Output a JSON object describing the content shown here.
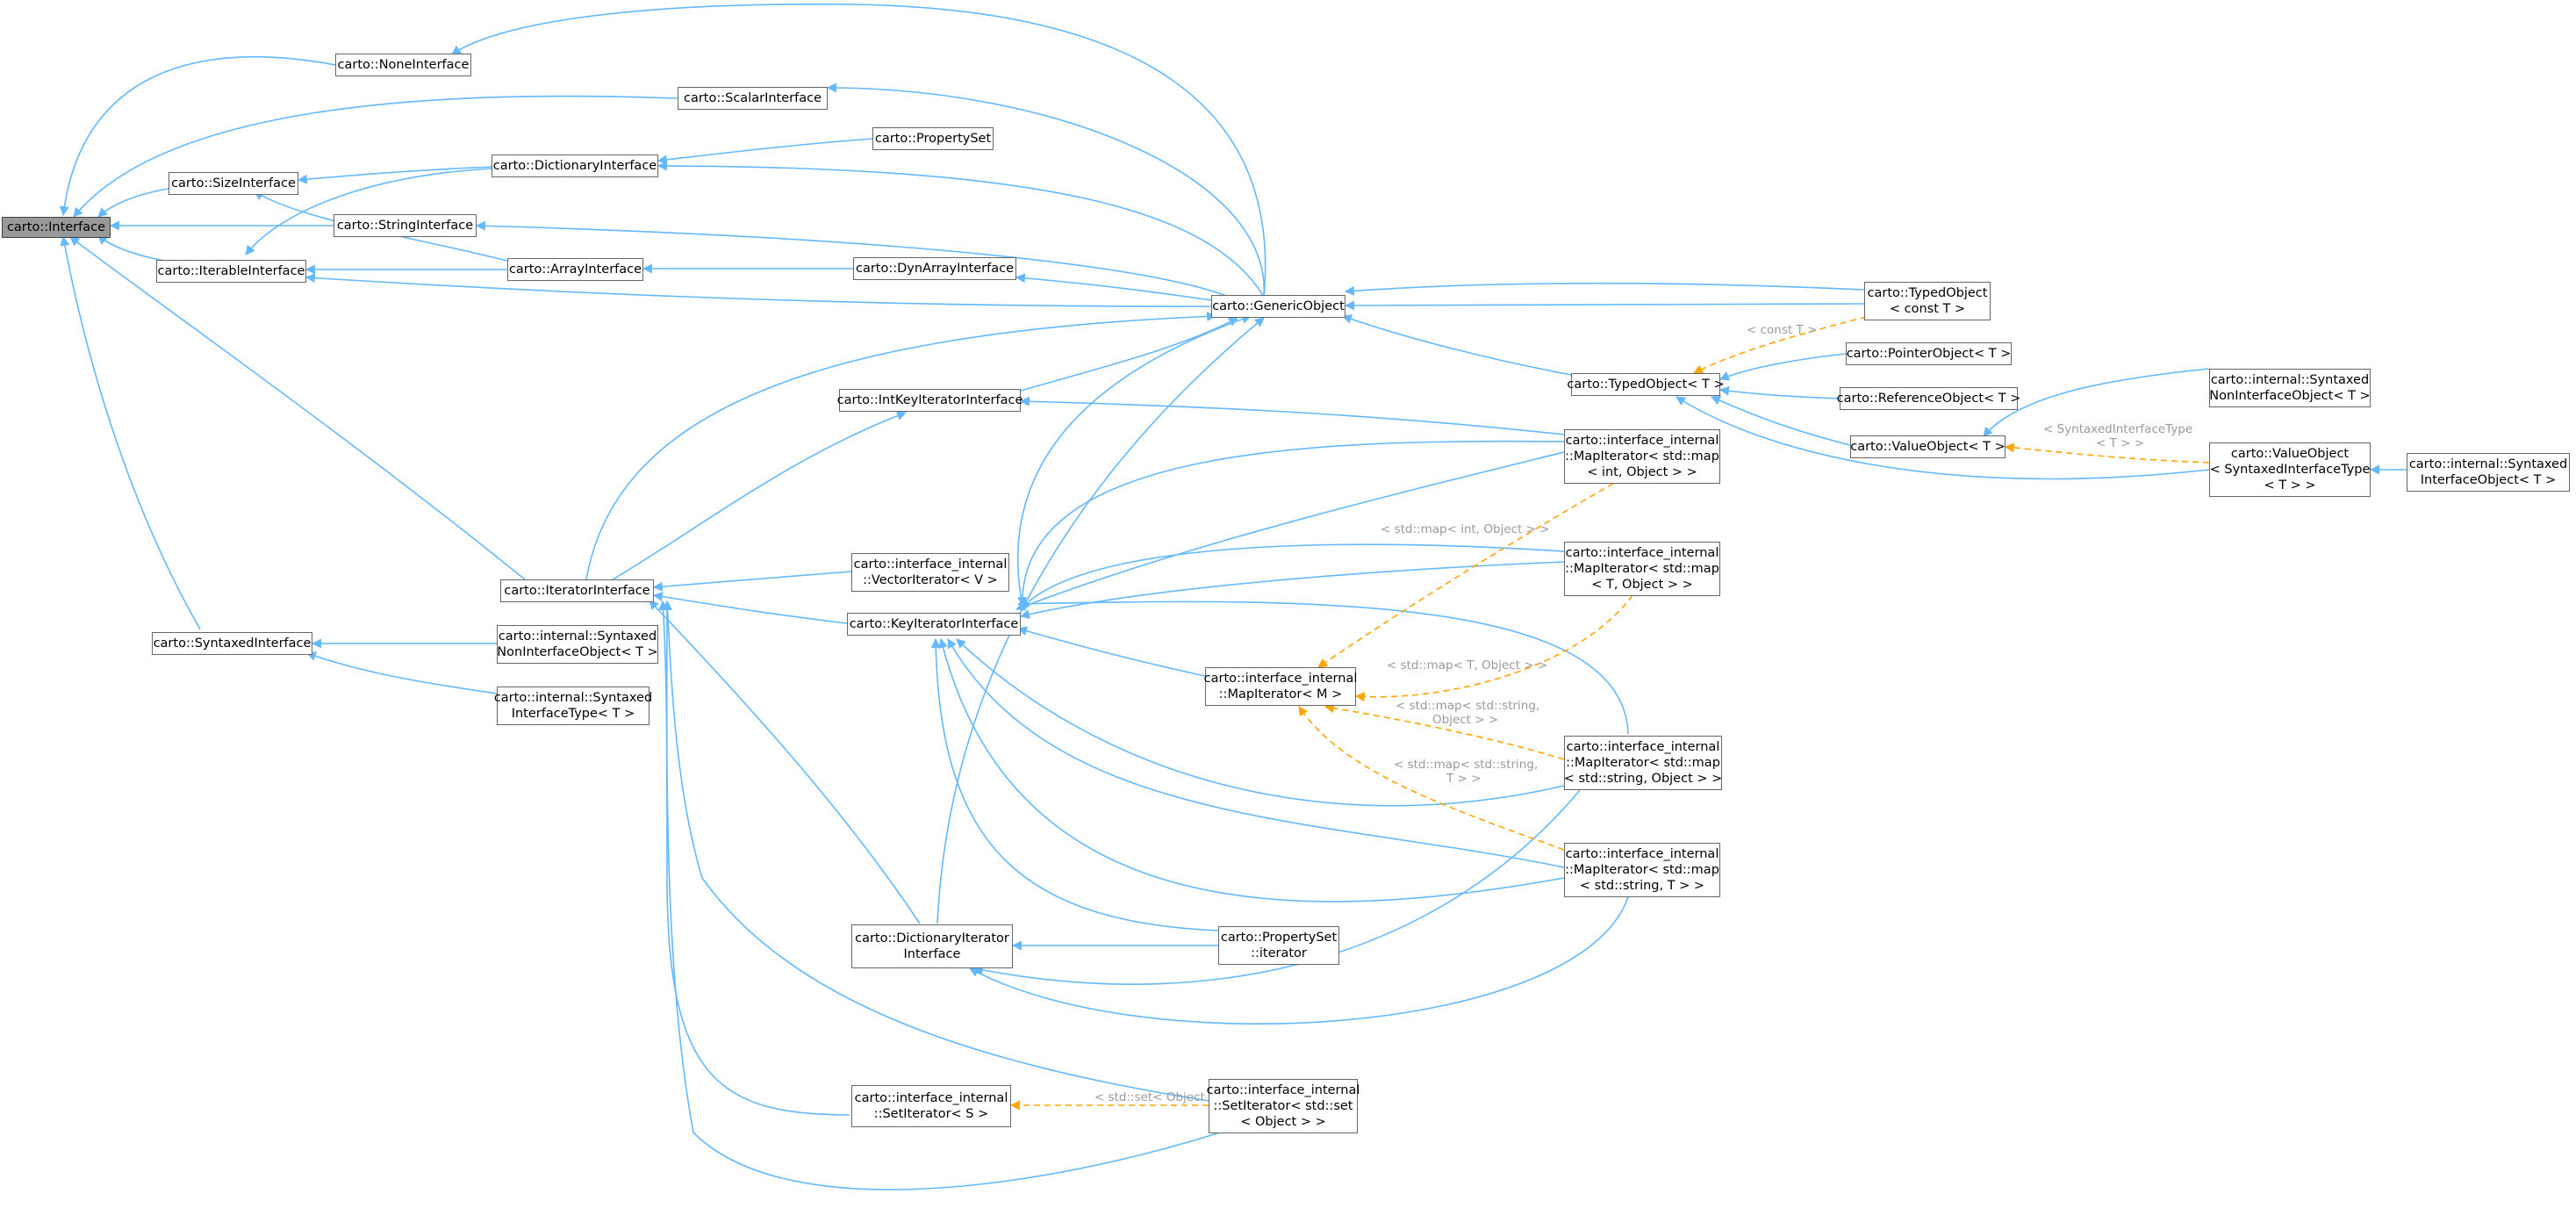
{
  "colors": {
    "inheritance_edge": "#63b8ff",
    "template_edge": "#ffa500",
    "node_border": "#666666",
    "root_fill": "#999999",
    "edge_label": "#9a9a9a"
  },
  "nodes": [
    {
      "id": "Interface",
      "label": "carto::Interface",
      "root": true
    },
    {
      "id": "NoneInterface",
      "label": "carto::NoneInterface"
    },
    {
      "id": "ScalarInterface",
      "label": "carto::ScalarInterface"
    },
    {
      "id": "SizeInterface",
      "label": "carto::SizeInterface"
    },
    {
      "id": "DictionaryInterface",
      "label": "carto::DictionaryInterface"
    },
    {
      "id": "PropertySet",
      "label": "carto::PropertySet"
    },
    {
      "id": "StringInterface",
      "label": "carto::StringInterface"
    },
    {
      "id": "IterableInterface",
      "label": "carto::IterableInterface"
    },
    {
      "id": "ArrayInterface",
      "label": "carto::ArrayInterface"
    },
    {
      "id": "DynArrayInterface",
      "label": "carto::DynArrayInterface"
    },
    {
      "id": "GenericObject",
      "label": "carto::GenericObject"
    },
    {
      "id": "TypedObjectConst",
      "label": "carto::TypedObject\n< const T >"
    },
    {
      "id": "PointerObject",
      "label": "carto::PointerObject< T >"
    },
    {
      "id": "TypedObject",
      "label": "carto::TypedObject< T >"
    },
    {
      "id": "ReferenceObject",
      "label": "carto::ReferenceObject< T >"
    },
    {
      "id": "IntKeyIteratorInterface",
      "label": "carto::IntKeyIteratorInterface"
    },
    {
      "id": "InternalSyntaxedNonInterfaceObjectR",
      "label": "carto::internal::Syntaxed\nNonInterfaceObject< T >"
    },
    {
      "id": "ValueObject",
      "label": "carto::ValueObject< T >"
    },
    {
      "id": "ValueObjectSyntaxed",
      "label": "carto::ValueObject\n< SyntaxedInterfaceType\n< T > >"
    },
    {
      "id": "InternalSyntaxedInterfaceObject",
      "label": "carto::internal::Syntaxed\nInterfaceObject< T >"
    },
    {
      "id": "MapIterIntObject",
      "label": "carto::interface_internal\n::MapIterator< std::map\n< int, Object > >"
    },
    {
      "id": "MapIterTObject",
      "label": "carto::interface_internal\n::MapIterator< std::map\n< T, Object > >"
    },
    {
      "id": "IteratorInterface",
      "label": "carto::IteratorInterface"
    },
    {
      "id": "VectorIterator",
      "label": "carto::interface_internal\n::VectorIterator< V >"
    },
    {
      "id": "KeyIteratorInterface",
      "label": "carto::KeyIteratorInterface"
    },
    {
      "id": "MapIteratorM",
      "label": "carto::interface_internal\n::MapIterator< M >"
    },
    {
      "id": "SyntaxedInterface",
      "label": "carto::SyntaxedInterface"
    },
    {
      "id": "InternalSyntaxedNonInterfaceObjectL",
      "label": "carto::internal::Syntaxed\nNonInterfaceObject< T >"
    },
    {
      "id": "InternalSyntaxedInterfaceType",
      "label": "carto::internal::Syntaxed\nInterfaceType< T >"
    },
    {
      "id": "MapIterStringObject",
      "label": "carto::interface_internal\n::MapIterator< std::map\n< std::string, Object > >"
    },
    {
      "id": "MapIterStringT",
      "label": "carto::interface_internal\n::MapIterator< std::map\n< std::string, T > >"
    },
    {
      "id": "DictionaryIteratorInterface",
      "label": "carto::DictionaryIterator\nInterface"
    },
    {
      "id": "PropertySetIterator",
      "label": "carto::PropertySet\n::iterator"
    },
    {
      "id": "SetIteratorS",
      "label": "carto::interface_internal\n::SetIterator< S >"
    },
    {
      "id": "SetIteratorSetObject",
      "label": "carto::interface_internal\n::SetIterator< std::set\n< Object > >"
    }
  ],
  "edge_labels": {
    "const_t": "< const T >",
    "syntaxed_interface_type": "< SyntaxedInterfaceType\n< T > >",
    "map_int_object": "< std::map< int, Object > >",
    "map_t_object": "< std::map< T, Object > >",
    "map_string_object": "< std::map< std::string,\nObject > >",
    "map_string_t": "< std::map< std::string,\nT > >",
    "set_object": "< std::set< Object > >"
  }
}
